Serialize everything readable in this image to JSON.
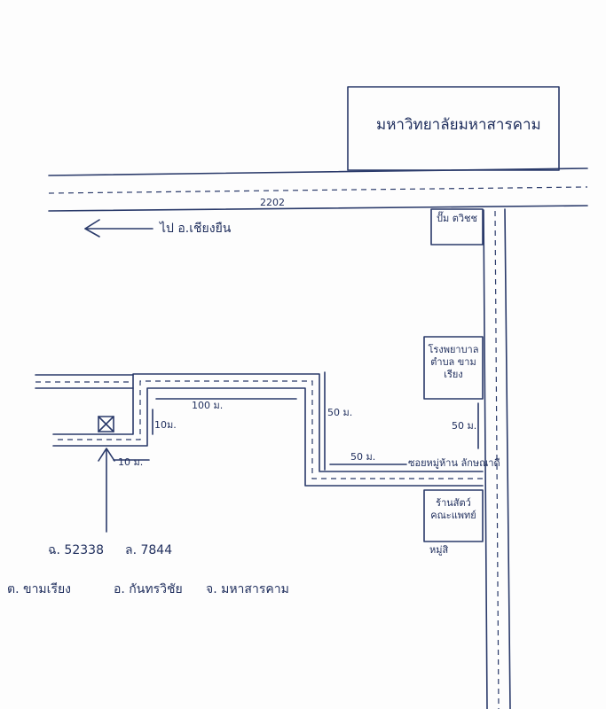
{
  "university_label": "มหาวิทยาลัยมหาสารคาม",
  "road_number": "2202",
  "direction_label": "ไป อ.เชียงยืน",
  "pump_label": "ปั๊ม ตวิชช",
  "hospital_label": "โรงพยาบาล ตำบล ขามเรียง",
  "shop_label": "ร้านสัตว์ คณะแพทย์",
  "side_road_label": "ซอยหมู่ห้าน ลักษณาดี",
  "annotation_label": "หมู่สิ",
  "dist_100": "100 ม.",
  "dist_50_top": "50 ม.",
  "dist_50_bottom": "50 ม.",
  "dist_10_a": "10ม.",
  "dist_10_b": "10 ม.",
  "dist_50_right": "50 ม.",
  "deed_no": "ฉ. 52338",
  "land_no": "ล. 7844",
  "tambon": "ต. ขามเรียง",
  "amphoe": "อ. กันทรวิชัย",
  "changwat": "จ. มหาสารคาม"
}
